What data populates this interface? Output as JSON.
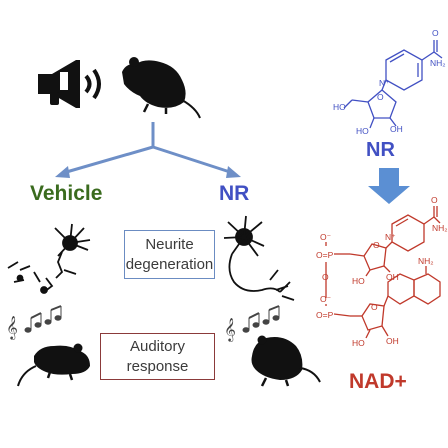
{
  "labels": {
    "vehicle": "Vehicle",
    "nr_branch": "NR",
    "nr_molecule": "NR",
    "nad": "NAD+"
  },
  "boxes": {
    "neurite": [
      "Neurite",
      "degeneration"
    ],
    "auditory": [
      "Auditory",
      "response"
    ]
  },
  "chem_atoms": {
    "nr": {
      "o_carbonyl": "O",
      "nh2": "NH₂",
      "n_plus": "N⁺",
      "ring_o": "O",
      "ho_1": "HO",
      "ho_2": "HO",
      "oh": "OH"
    },
    "nad": {
      "o_top": "O",
      "nh2_top": "NH₂",
      "n_plus": "N⁺",
      "o_minus_1": "O⁻",
      "o_eq_1": "O=P",
      "ring_o_1": "O",
      "ho_1": "HO",
      "oh_1": "OH",
      "o_link": "O",
      "nh2_bottom": "NH₂",
      "o_minus_2": "O⁻",
      "o_eq_2": "O=P",
      "ring_o_2": "O",
      "ho_2": "HO",
      "oh_2": "OH"
    }
  },
  "colors": {
    "vehicle": "#3a6b1e",
    "nr": "#4150c3",
    "nad": "#c0392b",
    "arrow_blue": "#6e8fc7",
    "big_arrow": "#5b8fd3",
    "box_neurite_border": "#6b8cc2",
    "box_auditory_border": "#8b3a3a",
    "silhouette": "#111111"
  },
  "icons": [
    "megaphone-icon",
    "mouse-icon",
    "neuron-icon",
    "music-notes-icon"
  ]
}
